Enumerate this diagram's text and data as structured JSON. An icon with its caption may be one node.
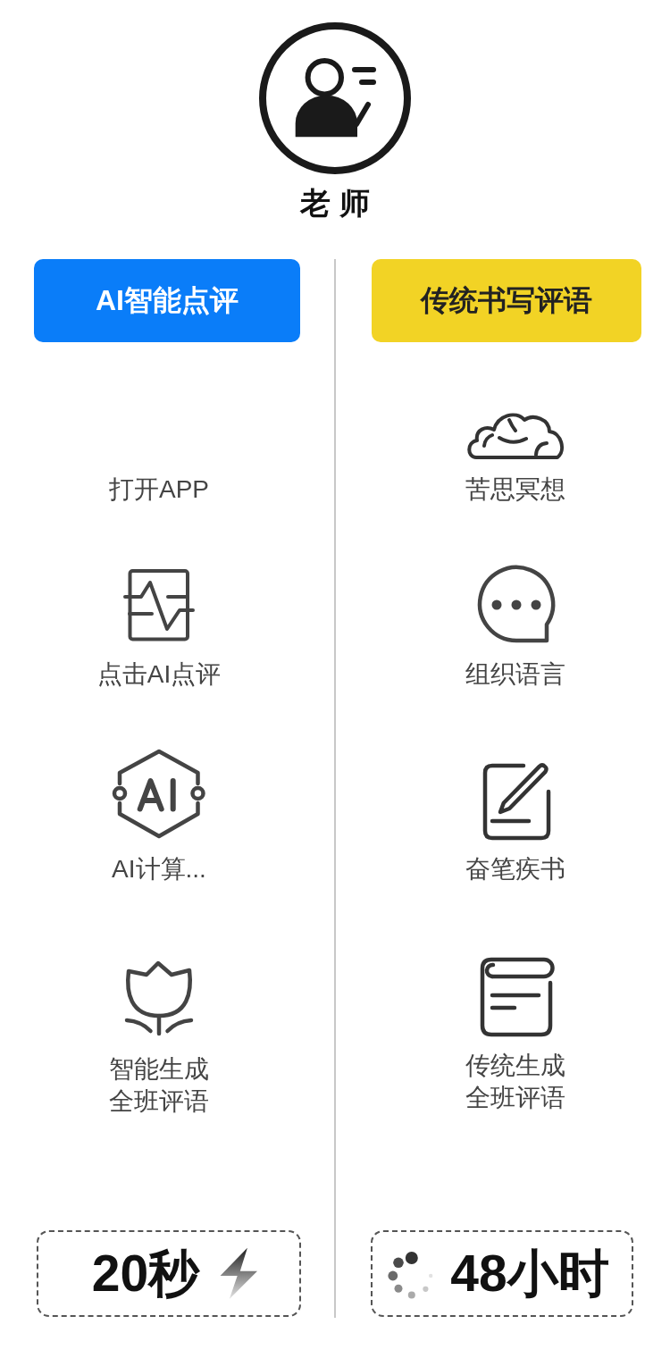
{
  "diagram": {
    "nodes": [
      {
        "text": [
          "老师"
        ]
      },
      {
        "text": [
          "AI智能点评"
        ]
      },
      {
        "text": [
          "传统书写评语"
        ]
      },
      {
        "text": [
          "20秒"
        ]
      },
      {
        "text": [
          "48小时"
        ]
      }
    ],
    "labels": [
      "打开APP",
      "苦思冥想",
      "点击AI点评",
      "组织语言",
      "AI计算...",
      "奋笔疾书",
      "智能生成全班评语",
      "传统生成全班评语"
    ]
  }
}
